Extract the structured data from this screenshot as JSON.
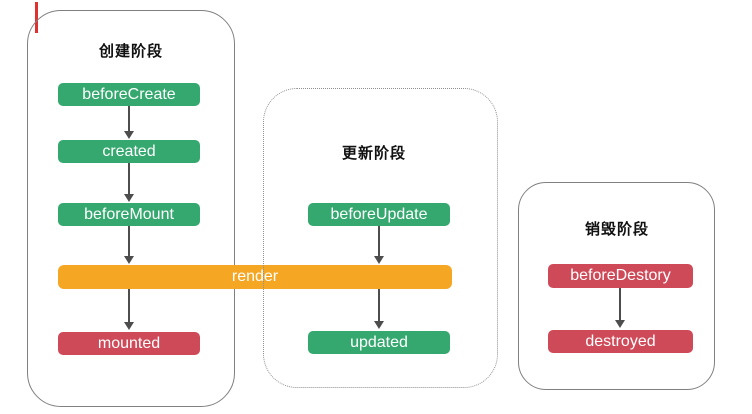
{
  "diagram": {
    "phases": [
      {
        "title": "创建阶段",
        "nodes": [
          {
            "label": "beforeCreate",
            "color": "#34a86e"
          },
          {
            "label": "created",
            "color": "#34a86e"
          },
          {
            "label": "beforeMount",
            "color": "#34a86e"
          },
          {
            "label": "mounted",
            "color": "#cf4a59"
          }
        ]
      },
      {
        "title": "更新阶段",
        "nodes": [
          {
            "label": "beforeUpdate",
            "color": "#34a86e"
          },
          {
            "label": "updated",
            "color": "#34a86e"
          }
        ]
      },
      {
        "title": "销毁阶段",
        "nodes": [
          {
            "label": "beforeDestory",
            "color": "#cf4a59"
          },
          {
            "label": "destroyed",
            "color": "#cf4a59"
          }
        ]
      }
    ],
    "render_bar": {
      "label": "render",
      "color": "#f5a623"
    },
    "colors": {
      "green": "#34a86e",
      "red": "#cf4a59",
      "orange": "#f5a623",
      "arrow": "#4d4d4d",
      "panel_border_solid": "#808080",
      "panel_border_dotted": "#8f8f8f",
      "marker_red": "#e03131"
    }
  }
}
